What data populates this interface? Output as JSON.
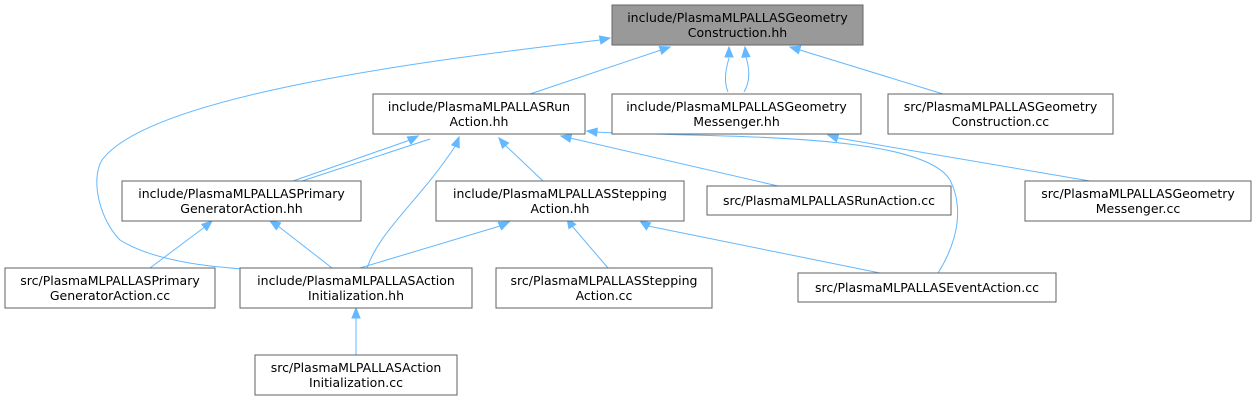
{
  "nodes": {
    "geom_hh": {
      "line1": "include/PlasmaMLPALLASGeometry",
      "line2": "Construction.hh",
      "root": true
    },
    "run_hh": {
      "line1": "include/PlasmaMLPALLASRun",
      "line2": "Action.hh"
    },
    "geommsg_hh": {
      "line1": "include/PlasmaMLPALLASGeometry",
      "line2": "Messenger.hh"
    },
    "geom_cc": {
      "line1": "src/PlasmaMLPALLASGeometry",
      "line2": "Construction.cc"
    },
    "primary_hh": {
      "line1": "include/PlasmaMLPALLASPrimary",
      "line2": "GeneratorAction.hh"
    },
    "stepping_hh": {
      "line1": "include/PlasmaMLPALLASStepping",
      "line2": "Action.hh"
    },
    "run_cc": {
      "line1": "src/PlasmaMLPALLASRunAction.cc",
      "line2": ""
    },
    "geommsg_cc": {
      "line1": "src/PlasmaMLPALLASGeometry",
      "line2": "Messenger.cc"
    },
    "primary_cc": {
      "line1": "src/PlasmaMLPALLASPrimary",
      "line2": "GeneratorAction.cc"
    },
    "actinit_hh": {
      "line1": "include/PlasmaMLPALLASAction",
      "line2": "Initialization.hh"
    },
    "stepping_cc": {
      "line1": "src/PlasmaMLPALLASStepping",
      "line2": "Action.cc"
    },
    "event_cc": {
      "line1": "src/PlasmaMLPALLASEventAction.cc",
      "line2": ""
    },
    "actinit_cc": {
      "line1": "src/PlasmaMLPALLASAction",
      "line2": "Initialization.cc"
    }
  },
  "colors": {
    "edge": "#63b8ff",
    "node_border": "#606060",
    "root_fill": "#999999",
    "node_fill": "#ffffff"
  }
}
